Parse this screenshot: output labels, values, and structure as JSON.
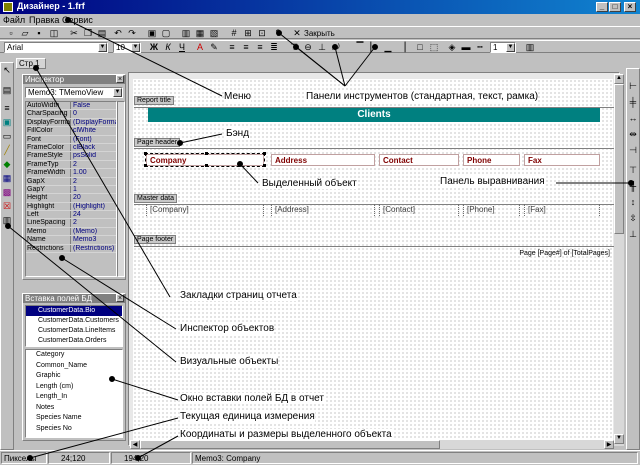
{
  "window": {
    "title": "Дизайнер - 1.frf"
  },
  "menu": {
    "file": "Файл",
    "edit": "Правка",
    "service": "Сервис"
  },
  "toolbar": {
    "font_name": "Arial",
    "font_size": "10",
    "bold": "Ж",
    "italic": "К",
    "underline": "Ч",
    "close_label": "Закрыть",
    "frame_width": "1"
  },
  "tabs": {
    "page1": "Стр.1"
  },
  "inspector": {
    "title": "Инспектор",
    "selected": "Memo3: TMemoView",
    "props": [
      {
        "name": "AutoWidth",
        "value": "False"
      },
      {
        "name": "CharSpacing",
        "value": "0"
      },
      {
        "name": "DisplayFormat",
        "value": "(DisplayFormat)"
      },
      {
        "name": "FillColor",
        "value": "clWhite"
      },
      {
        "name": "Font",
        "value": "(Font)"
      },
      {
        "name": "FrameColor",
        "value": "clBlack"
      },
      {
        "name": "FrameStyle",
        "value": "psSolid"
      },
      {
        "name": "FrameTyp",
        "value": "2"
      },
      {
        "name": "FrameWidth",
        "value": "1.00"
      },
      {
        "name": "GapX",
        "value": "2"
      },
      {
        "name": "GapY",
        "value": "1"
      },
      {
        "name": "Height",
        "value": "20"
      },
      {
        "name": "Highlight",
        "value": "(Highlight)"
      },
      {
        "name": "Left",
        "value": "24"
      },
      {
        "name": "LineSpacing",
        "value": "2"
      },
      {
        "name": "Memo",
        "value": "(Memo)"
      },
      {
        "name": "Name",
        "value": "Memo3"
      },
      {
        "name": "Restrictions",
        "value": "(Restrictions)"
      }
    ]
  },
  "dbfields": {
    "title": "Вставка полей БД",
    "datasets": [
      "CustomerData.Bio",
      "CustomerData.Customers",
      "CustomerData.LineItems",
      "CustomerData.Orders"
    ],
    "fields": [
      "Category",
      "Common_Name",
      "Graphic",
      "Length (cm)",
      "Length_In",
      "Notes",
      "Species Name",
      "Species No"
    ]
  },
  "report": {
    "bands": {
      "title": "Report title",
      "page_header": "Page header",
      "master": "Master data",
      "page_footer": "Page footer"
    },
    "title_text": "Clients",
    "headers": [
      "Company",
      "Address",
      "Contact",
      "Phone",
      "Fax"
    ],
    "data": [
      "[Company]",
      "[Address]",
      "[Contact]",
      "[Phone]",
      "[Fax]"
    ],
    "footer_text": "Page [Page#] of [TotalPages]"
  },
  "status": {
    "units": "Пикселы",
    "position": "24;120",
    "size": "194;20",
    "object": "Memo3: Company"
  },
  "annotations": {
    "menu": "Меню",
    "toolbars": "Панели инструментов (стандартная, текст, рамка)",
    "band": "Бэнд",
    "selected": "Выделенный объект",
    "align": "Панель выравнивания",
    "tabs": "Закладки страниц отчета",
    "inspector": "Инспектор объектов",
    "visual": "Визуальные объекты",
    "dbwindow": "Окно вставки полей БД в отчет",
    "units": "Текущая единица измерения",
    "coords": "Координаты и размеры выделенного объекта"
  },
  "colors": {
    "title_band": "#008080",
    "header_text": "#800000",
    "title_bar": "#000080"
  }
}
